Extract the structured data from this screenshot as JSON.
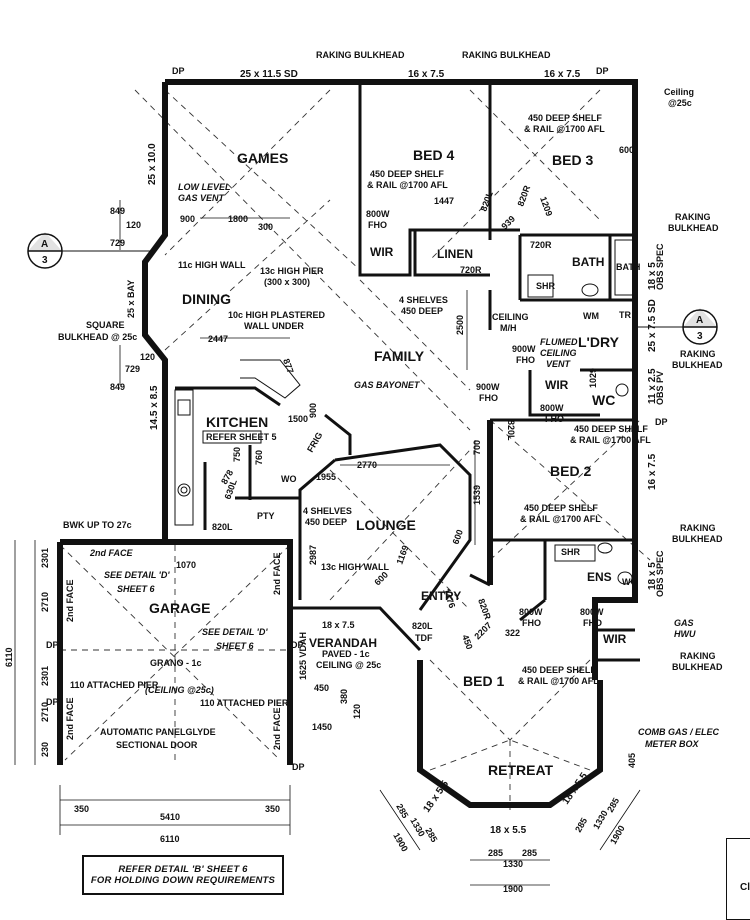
{
  "rooms": {
    "games": "GAMES",
    "bed4": "BED 4",
    "bed3": "BED 3",
    "dining": "DINING",
    "family": "FAMILY",
    "kitchen": "KITCHEN",
    "bath": "BATH",
    "bath_small": "BATH",
    "laundry": "L'DRY",
    "wc": "WC",
    "bed2": "BED 2",
    "lounge": "LOUNGE",
    "garage": "GARAGE",
    "entry": "ENTRY",
    "verandah": "VERANDAH",
    "bed1": "BED 1",
    "retreat": "RETREAT",
    "ens": "ENS",
    "wir_bed4": "WIR",
    "wir_l": "WIR",
    "wir_bed1": "WIR",
    "linen": "LINEN"
  },
  "notes": {
    "raking_bulkhead": "RAKING BULKHEAD",
    "raking": "RAKING",
    "bulkhead": "BULKHEAD",
    "ceiling": "Ceiling",
    "ceiling_25c": "@25c",
    "deep_shelf": "450 DEEP SHELF",
    "rail_1700": "& RAIL @1700 AFL",
    "low_level": "LOW LEVEL",
    "gas_vent": "GAS VENT",
    "high_wall_11c": "11c HIGH WALL",
    "high_pier_13c": "13c HIGH PIER",
    "pier_size": "(300 x 300)",
    "plastered_10c": "10c HIGH PLASTERED",
    "wall_under": "WALL UNDER",
    "square": "SQUARE",
    "bulkhead_25c": "BULKHEAD @ 25c",
    "bay": "25 x BAY",
    "fho_800": "800W",
    "fho": "FHO",
    "fho_900": "900W",
    "four_shelves": "4 SHELVES",
    "deep_450": "450 DEEP",
    "ceiling_mh": "CEILING",
    "mh": "M/H",
    "flumed": "FLUMED",
    "ceiling_word": "CEILING",
    "vent": "VENT",
    "gas_bayonet": "GAS BAYONET",
    "refer_sheet5": "REFER SHEET 5",
    "bwk_up": "BWK UP TO 27c",
    "second_face": "2nd FACE",
    "see_detail_d": "SEE DETAIL 'D'",
    "sheet6": "SHEET 6",
    "grano": "GRANO - 1c",
    "ceiling_garage": "(CEILING @25c)",
    "attached_pier": "110 ATTACHED PIER",
    "door_1": "AUTOMATIC PANELGLYDE",
    "door_2": "SECTIONAL DOOR",
    "verandah_size": "18 x 7.5",
    "paved": "PAVED - 1c",
    "ceiling_verandah": "CEILING @ 25c",
    "high_wall_13c": "13c HIGH WALL",
    "obs_spec": "OBS SPEC",
    "obs_pv": "OBS PV",
    "gas": "GAS",
    "hwu": "HWU",
    "comb_gas": "COMB GAS / ELEC",
    "meter_box": "METER BOX",
    "dp": "DP",
    "pty": "PTY",
    "wo": "WO",
    "frig": "FRIG",
    "wm": "WM",
    "tr": "TR",
    "shr": "SHR",
    "tdf": "TDF",
    "vdah": "1625 VDAH"
  },
  "dims": {
    "d_25x115": "25 x 11.5 SD",
    "d_16x75a": "16 x 7.5",
    "d_16x75b": "16 x 7.5",
    "d_25x10": "25 x 10.0",
    "d_145x85": "14.5 x 8.5",
    "d_18x5": "18 x 5",
    "d_25x75": "25 x 7.5 SD",
    "d_11x25": "11 x 2.5",
    "d_16x75c": "16 x 7.5",
    "d_18x5b": "18 x 5",
    "d_18x55a": "18 x 5.5",
    "d_18x55b": "18 x 5.5",
    "d_18x55c": "18 x 5.5",
    "d_849": "849",
    "d_120": "120",
    "d_729": "729",
    "d_900": "900",
    "d_1800": "1800",
    "d_300": "300",
    "d_2447": "2447",
    "d_877": "877",
    "d_849b": "849",
    "d_729b": "729",
    "d_120b": "120",
    "d_1447": "1447",
    "d_820l": "820L",
    "d_820r": "820R",
    "d_939": "939",
    "d_1209": "1209",
    "d_600": "600",
    "d_720r": "720R",
    "d_720rb": "720R",
    "d_2500": "2500",
    "d_1029": "1029",
    "d_820lb": "820L",
    "d_700": "700",
    "d_1539": "1539",
    "d_2770": "2770",
    "d_1955": "1955",
    "d_1500": "1500",
    "d_900b": "900",
    "d_760": "760",
    "d_750": "750",
    "d_878": "878",
    "d_630l": "630L",
    "d_820lc": "820L",
    "d_1070": "1070",
    "d_2987": "2987",
    "d_1169": "1169",
    "d_600b": "600",
    "d_600c": "600",
    "d_820rb": "820R",
    "d_1476": "1476",
    "d_2207": "2207",
    "d_322": "322",
    "d_450": "450",
    "d_820ld": "820L",
    "d_450b": "450",
    "d_380": "380",
    "d_120c": "120",
    "d_1450": "1450",
    "d_2301": "2301",
    "d_2710": "2710",
    "d_6110": "6110",
    "d_2301b": "2301",
    "d_2710b": "2710",
    "d_230": "230",
    "d_350": "350",
    "d_5410": "5410",
    "d_350b": "350",
    "d_6110b": "6110",
    "d_285": "285",
    "d_1330": "1330",
    "d_285b": "285",
    "d_1900": "1900",
    "d_285c": "285",
    "d_1330b": "1330",
    "d_285d": "285",
    "d_1900b": "1900",
    "d_285e": "285",
    "d_1330c": "1330",
    "d_285f": "285",
    "d_1900c": "1900",
    "d_405": "405"
  },
  "sections": {
    "a_left_top": "A",
    "a_left_bottom": "3",
    "a_right_top": "A",
    "a_right_bottom": "3"
  },
  "footer": {
    "line1": "REFER DETAIL 'B' SHEET 6",
    "line2": "FOR HOLDING DOWN REQUIREMENTS",
    "corner": "Cl"
  }
}
